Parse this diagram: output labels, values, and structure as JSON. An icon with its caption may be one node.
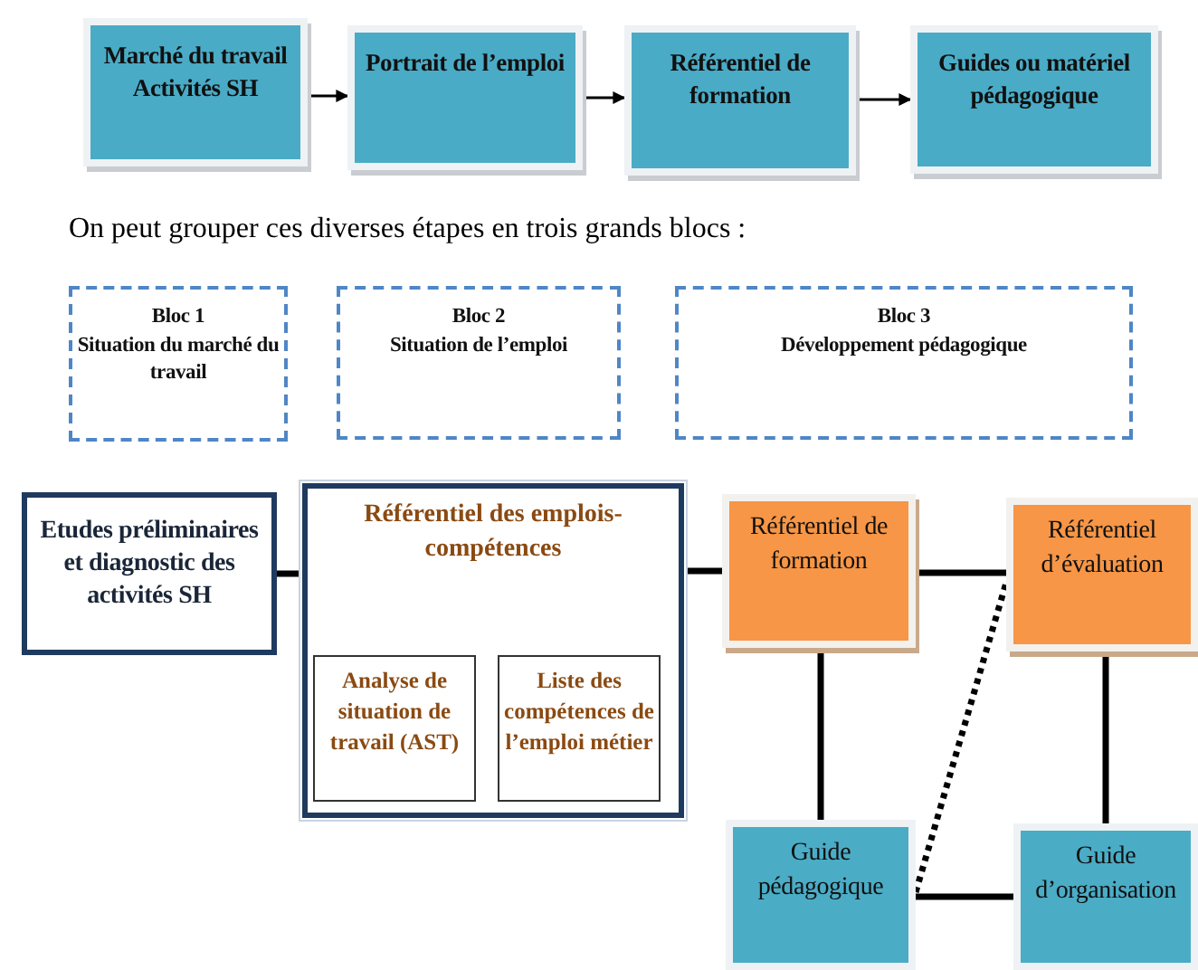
{
  "diagram": {
    "nodes": [
      {
        "text": [
          "Marché du travail Activités SH"
        ]
      },
      {
        "text": [
          "Portrait de l’emploi"
        ]
      },
      {
        "text": [
          "Référentiel de formation"
        ]
      },
      {
        "text": [
          "Guides ou matériel pédagogique"
        ]
      },
      {
        "text": [
          "Bloc 1",
          "Situation du marché du travail"
        ]
      },
      {
        "text": [
          "Bloc 2",
          "Situation de l’emploi"
        ]
      },
      {
        "text": [
          "Bloc 3",
          "Développement pédagogique"
        ]
      },
      {
        "text": [
          "Etudes préliminaires et diagnostic des activités SH"
        ]
      },
      {
        "text": [
          "Référentiel des emplois-compétences"
        ]
      },
      {
        "text": [
          "Analyse de situation de travail (AST)"
        ],
        "in": 8
      },
      {
        "text": [
          "Liste des compétences de l’emploi métier"
        ],
        "in": 8
      },
      {
        "text": [
          "Référentiel de formation"
        ]
      },
      {
        "text": [
          "Référentiel d’évaluation"
        ]
      },
      {
        "text": [
          "Guide pédagogique"
        ]
      },
      {
        "text": [
          "Guide d’organisation"
        ]
      }
    ],
    "edges": [
      {
        "from": 0,
        "to": 1,
        "arrow": "to"
      },
      {
        "from": 1,
        "to": 2,
        "arrow": "to"
      },
      {
        "from": 2,
        "to": 3,
        "arrow": "to"
      },
      {
        "from": 7,
        "to": 8,
        "arrow": "none"
      },
      {
        "from": 8,
        "to": 11,
        "arrow": "none"
      },
      {
        "from": 11,
        "to": 12,
        "arrow": "none"
      },
      {
        "from": 11,
        "to": 13,
        "arrow": "none"
      },
      {
        "from": 12,
        "to": 14,
        "arrow": "none"
      },
      {
        "from": 13,
        "to": 12,
        "arrow": "none",
        "style": "dashed"
      },
      {
        "from": 13,
        "to": 14,
        "arrow": "none"
      }
    ],
    "labels": [
      "On peut grouper ces diverses étapes en trois grands blocs :"
    ]
  }
}
